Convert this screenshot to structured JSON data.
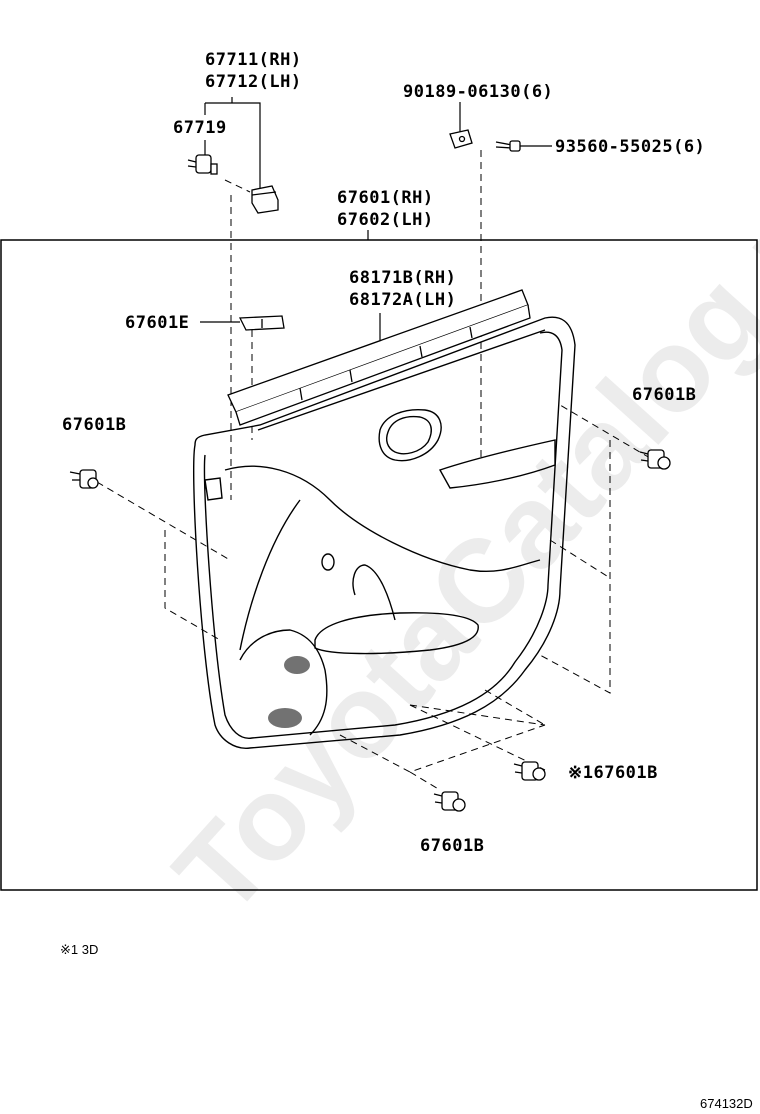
{
  "labels": {
    "part_67711": "67711(RH)",
    "part_67712": "67712(LH)",
    "part_67719": "67719",
    "part_90189": "90189-06130(6)",
    "part_93560": "93560-55025(6)",
    "part_67601": "67601(RH)",
    "part_67602": "67602(LH)",
    "part_68171b": "68171B(RH)",
    "part_68172a": "68172A(LH)",
    "part_67601e": "67601E",
    "part_67601b_right": "67601B",
    "part_67601b_left": "67601B",
    "part_67601b_star": "※167601B",
    "part_67601b_bottom": "67601B"
  },
  "footnote": "※1 3D",
  "figure_code": "674132D",
  "watermark": "ToyotaCatalog.ru",
  "colors": {
    "line": "#000000",
    "background": "#ffffff"
  }
}
